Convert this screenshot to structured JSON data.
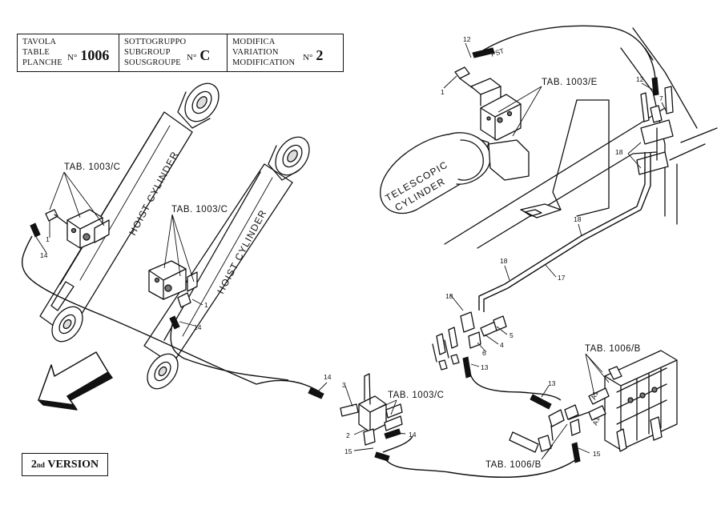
{
  "title_block": {
    "table": {
      "words": [
        "TAVOLA",
        "TABLE",
        "PLANCHE"
      ],
      "no_label": "N°",
      "value": "1006"
    },
    "subgroup": {
      "words": [
        "SOTTOGRUPPO",
        "SUBGROUP",
        "SOUSGROUPE"
      ],
      "no_label": "N°",
      "value": "C"
    },
    "modification": {
      "words": [
        "MODIFICA",
        "VARIATION",
        "MODIFICATION"
      ],
      "no_label": "N°",
      "value": "2"
    }
  },
  "version": {
    "ordinal": "2",
    "suffix": "nd",
    "word": "VERSION"
  },
  "components": {
    "hoist_cylinder_left": "HOIST CYLINDER",
    "hoist_cylinder_right": "HOIST CYLINDER",
    "telescopic_cylinder_line1": "TELESCOPIC",
    "telescopic_cylinder_line2": "CYLINDER",
    "pst": "PST"
  },
  "table_refs": {
    "tab_1003c_left": "TAB. 1003/C",
    "tab_1003c_middle": "TAB. 1003/C",
    "tab_1003e": "TAB. 1003/E",
    "tab_1003c_bottom": "TAB. 1003/C",
    "tab_1006b_top": "TAB. 1006/B",
    "tab_1006b_bottom": "TAB. 1006/B"
  },
  "callouts": [
    {
      "id": "c12a",
      "label": "12"
    },
    {
      "id": "c1a",
      "label": "1"
    },
    {
      "id": "c12b",
      "label": "12"
    },
    {
      "id": "c7",
      "label": "7"
    },
    {
      "id": "c18a",
      "label": "18"
    },
    {
      "id": "c18b",
      "label": "18"
    },
    {
      "id": "c18c",
      "label": "18"
    },
    {
      "id": "c17",
      "label": "17"
    },
    {
      "id": "c18d",
      "label": "18"
    },
    {
      "id": "c5",
      "label": "5"
    },
    {
      "id": "c4",
      "label": "4"
    },
    {
      "id": "c6",
      "label": "6"
    },
    {
      "id": "c13a",
      "label": "13"
    },
    {
      "id": "c13b",
      "label": "13"
    },
    {
      "id": "c1b",
      "label": "1"
    },
    {
      "id": "c14a",
      "label": "14"
    },
    {
      "id": "c1c",
      "label": "1"
    },
    {
      "id": "c14b",
      "label": "14"
    },
    {
      "id": "c14c",
      "label": "14"
    },
    {
      "id": "c3",
      "label": "3"
    },
    {
      "id": "c2",
      "label": "2"
    },
    {
      "id": "c14d",
      "label": "14"
    },
    {
      "id": "c15a",
      "label": "15"
    },
    {
      "id": "c15b",
      "label": "15"
    },
    {
      "id": "a1a",
      "label": "A1"
    },
    {
      "id": "a1b",
      "label": "A1"
    }
  ]
}
